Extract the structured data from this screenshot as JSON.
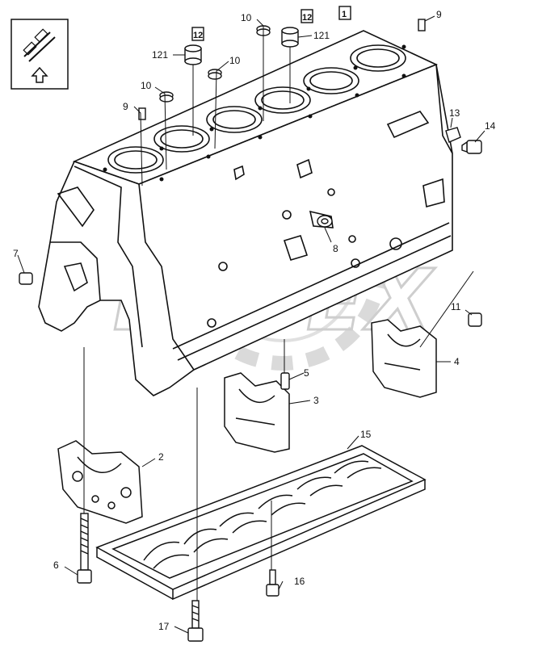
{
  "diagram": {
    "watermark": "LOPEX",
    "orientation_icon": {
      "name": "orientation-arrow-icon"
    },
    "reference_box": "1",
    "callouts": [
      {
        "id": "c-9a",
        "label": "9"
      },
      {
        "id": "c-9b",
        "label": "9"
      },
      {
        "id": "c-10a",
        "label": "10"
      },
      {
        "id": "c-10b",
        "label": "10"
      },
      {
        "id": "c-10c",
        "label": "10"
      },
      {
        "id": "c-121a",
        "label": "121"
      },
      {
        "id": "c-121b",
        "label": "121"
      },
      {
        "id": "c-12a",
        "label": "12"
      },
      {
        "id": "c-12b",
        "label": "12"
      },
      {
        "id": "c-13",
        "label": "13"
      },
      {
        "id": "c-14",
        "label": "14"
      },
      {
        "id": "c-7",
        "label": "7"
      },
      {
        "id": "c-8",
        "label": "8"
      },
      {
        "id": "c-11",
        "label": "11"
      },
      {
        "id": "c-4",
        "label": "4"
      },
      {
        "id": "c-5",
        "label": "5"
      },
      {
        "id": "c-3",
        "label": "3"
      },
      {
        "id": "c-2",
        "label": "2"
      },
      {
        "id": "c-15",
        "label": "15"
      },
      {
        "id": "c-6",
        "label": "6"
      },
      {
        "id": "c-16",
        "label": "16"
      },
      {
        "id": "c-17",
        "label": "17"
      }
    ]
  }
}
